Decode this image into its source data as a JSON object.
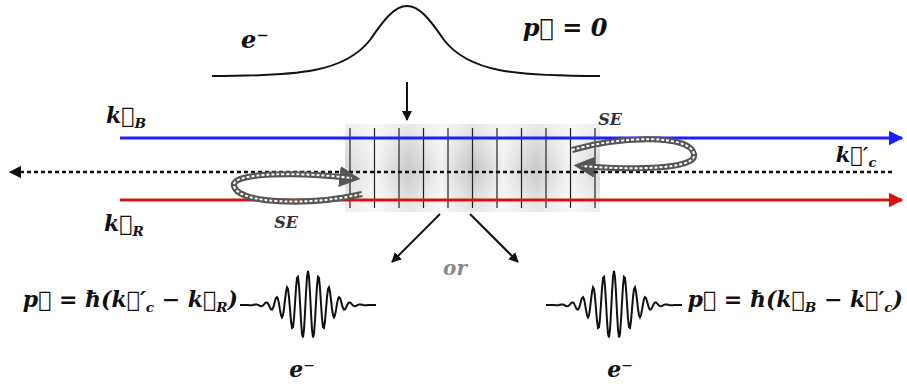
{
  "diagram": {
    "labels": [
      "e⁻",
      "p⃗ = 0",
      "k⃗B",
      "SE",
      "k⃗′c",
      "SE",
      "k⃗R",
      "or",
      "p⃗ = ħ(k⃗′c − k⃗R)",
      "e⁻",
      "e⁻",
      "p⃗ = ħ(k⃗B − k⃗′c)"
    ]
  }
}
